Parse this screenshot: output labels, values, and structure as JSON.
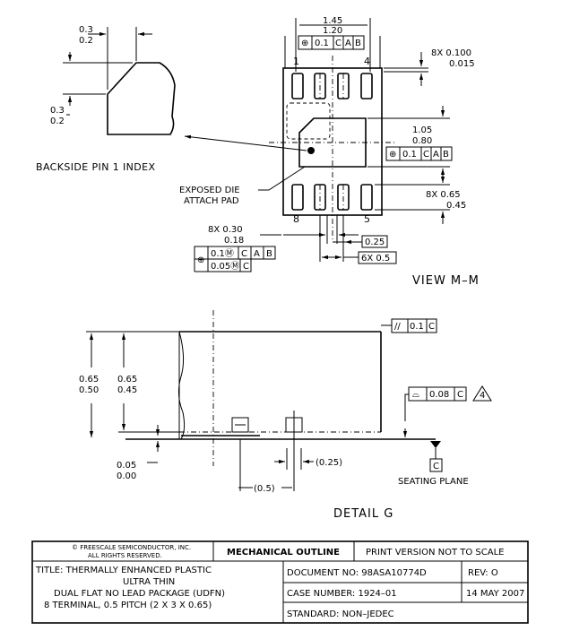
{
  "backside": {
    "dim_top": [
      "0.3",
      "0.2"
    ],
    "dim_left": [
      "0.3",
      "0.2"
    ],
    "label": "BACKSIDE PIN 1 INDEX"
  },
  "view_mm": {
    "width_dims": [
      "1.45",
      "1.20"
    ],
    "frame_top": [
      "⊕",
      "0.1",
      "C",
      "A",
      "B"
    ],
    "pin_1": "1",
    "pin_4": "4",
    "pin_8": "8",
    "pin_5": "5",
    "lead_thk": [
      "8X 0.100",
      "0.015"
    ],
    "pad_dims": [
      "1.05",
      "0.80"
    ],
    "frame_pad": [
      "⊕",
      "0.1",
      "C",
      "A",
      "B"
    ],
    "lead_len": [
      "8X 0.65",
      "0.45"
    ],
    "exposed_die": [
      "EXPOSED DIE",
      "ATTACH PAD"
    ],
    "lead_width": [
      "8X 0.30",
      "0.18"
    ],
    "frame_lead1": [
      "⊕",
      "0.1Ⓜ",
      "C",
      "A",
      "B"
    ],
    "frame_lead2": [
      "0.05Ⓜ",
      "C"
    ],
    "val_025": "0.25",
    "pitch": "6X 0.5",
    "title": "VIEW M–M"
  },
  "detail_g": {
    "parallel_frame": [
      "//",
      "0.1",
      "C"
    ],
    "outer_height": [
      "0.65",
      "0.50"
    ],
    "inner_height": [
      "0.65",
      "0.45"
    ],
    "flat_frame": [
      "⌓",
      "0.08",
      "C"
    ],
    "note": "4",
    "standoff": [
      "0.05",
      "0.00"
    ],
    "paren_025": "(0.25)",
    "paren_05": "(0.5)",
    "datum": "C",
    "seating": "SEATING PLANE",
    "title": "DETAIL G"
  },
  "title_block": {
    "copyright": [
      "© FREESCALE SEMICONDUCTOR, INC.",
      "ALL RIGHTS RESERVED."
    ],
    "mech": "MECHANICAL OUTLINE",
    "print": "PRINT VERSION NOT TO SCALE",
    "title_lines": [
      "TITLE:  THERMALLY ENHANCED PLASTIC",
      "ULTRA THIN",
      "DUAL FLAT NO LEAD PACKAGE (UDFN)",
      "8 TERMINAL, 0.5 PITCH (2 X 3 X 0.65)"
    ],
    "doc_no": "DOCUMENT NO: 98ASA10774D",
    "rev": "REV: O",
    "case_no": "CASE NUMBER: 1924–01",
    "date": "14 MAY 2007",
    "standard": "STANDARD: NON–JEDEC"
  }
}
